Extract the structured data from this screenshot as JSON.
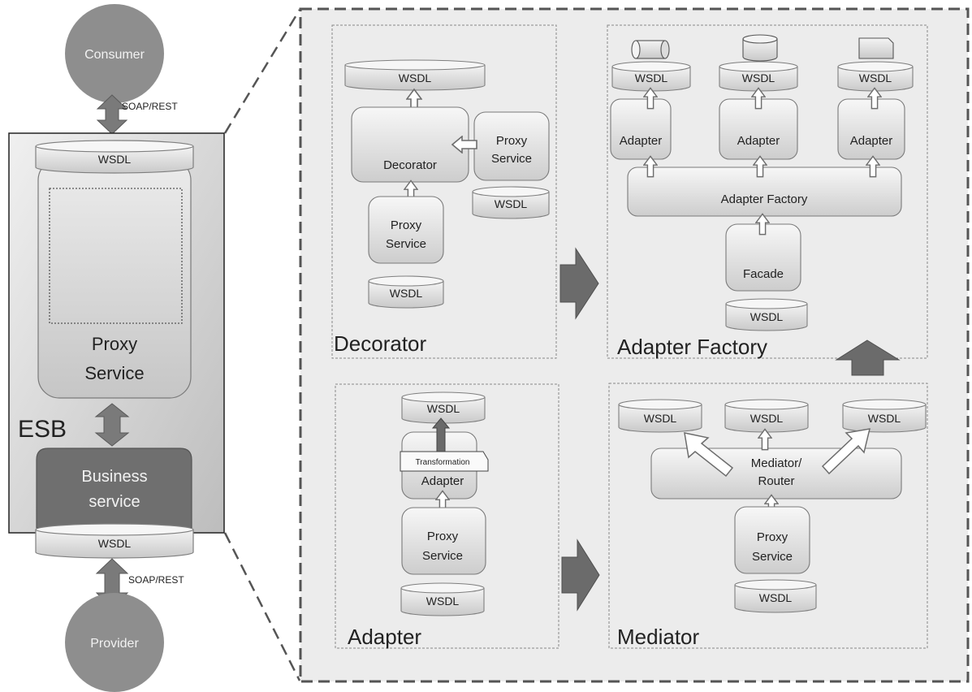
{
  "esb": {
    "consumer": "Consumer",
    "provider": "Provider",
    "protocol_top": "SOAP/REST",
    "protocol_bottom": "SOAP/REST",
    "wsdl_top": "WSDL",
    "wsdl_bottom": "WSDL",
    "proxy_line1": "Proxy",
    "proxy_line2": "Service",
    "esb_label": "ESB",
    "business_line1": "Business",
    "business_line2": "service"
  },
  "decorator": {
    "title": "Decorator",
    "wsdl_top": "WSDL",
    "decorator_box": "Decorator",
    "proxy_right_line1": "Proxy",
    "proxy_right_line2": "Service",
    "wsdl_right": "WSDL",
    "proxy_bottom_line1": "Proxy",
    "proxy_bottom_line2": "Service",
    "wsdl_bottom": "WSDL"
  },
  "adapter_factory": {
    "title": "Adapter Factory",
    "wsdl_1": "WSDL",
    "wsdl_2": "WSDL",
    "wsdl_3": "WSDL",
    "adapter_1": "Adapter",
    "adapter_2": "Adapter",
    "adapter_3": "Adapter",
    "factory_box": "Adapter Factory",
    "facade_box": "Facade",
    "wsdl_bottom": "WSDL"
  },
  "adapter": {
    "title": "Adapter",
    "wsdl_top": "WSDL",
    "transformation": "Transformation",
    "adapter_box": "Adapter",
    "proxy_line1": "Proxy",
    "proxy_line2": "Service",
    "wsdl_bottom": "WSDL"
  },
  "mediator": {
    "title": "Mediator",
    "wsdl_left": "WSDL",
    "wsdl_center": "WSDL",
    "wsdl_right": "WSDL",
    "mediator_line1": "Mediator/",
    "mediator_line2": "Router",
    "proxy_line1": "Proxy",
    "proxy_line2": "Service",
    "wsdl_bottom": "WSDL"
  }
}
